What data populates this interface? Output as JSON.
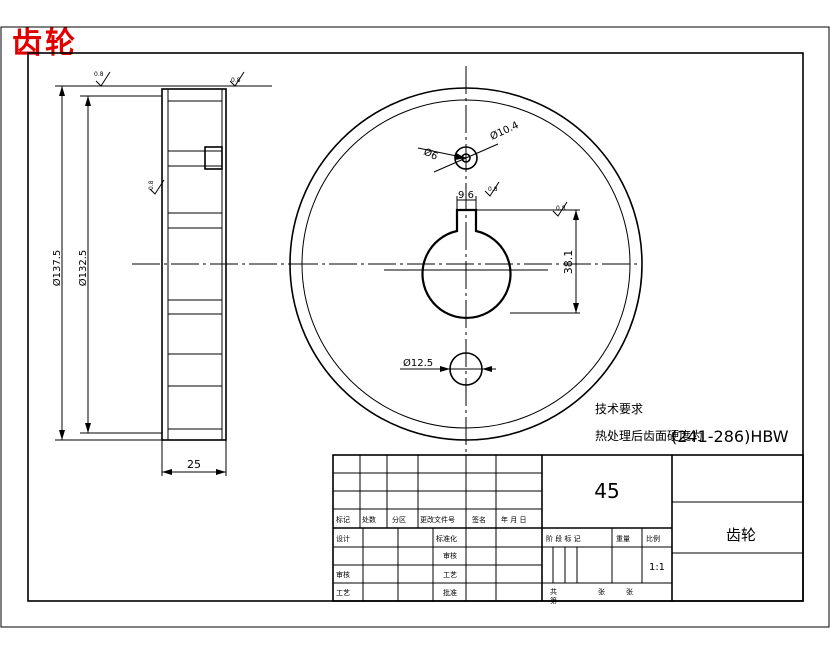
{
  "page_title": "齿轮",
  "dims": {
    "od_outer": "Ø137.5",
    "od_inner": "Ø132.5",
    "width": "25",
    "hole_small": "Ø6",
    "hole_large": "Ø10.4",
    "keyway_width": "9.6",
    "bore_depth": "38.1",
    "bottom_hole": "Ø12.5",
    "rough_a": "0.8",
    "rough_b": "0.8",
    "rough_c": "0.8",
    "rough_d": "0.8",
    "rough_e": "0.8"
  },
  "tech": {
    "heading": "技术要求",
    "line_prefix": "热处理后齿面硬度为",
    "line_value": "(241-286)HBW"
  },
  "title_block": {
    "material": "45",
    "part_name": "齿轮",
    "scale": "1:1",
    "labels": {
      "mark": "标记",
      "count": "处数",
      "zone": "分区",
      "change_doc": "更改文件号",
      "sign": "签名",
      "ymd": "年 月 日",
      "design": "设计",
      "standard": "标准化",
      "check": "审核",
      "craft": "工艺",
      "approve": "批准",
      "review": "审核",
      "stage_mark": "阶 段 标 记",
      "weight": "重量",
      "ratio": "比例",
      "total": "共",
      "sheet": "张",
      "page": "第",
      "page_sheet": "张"
    }
  }
}
